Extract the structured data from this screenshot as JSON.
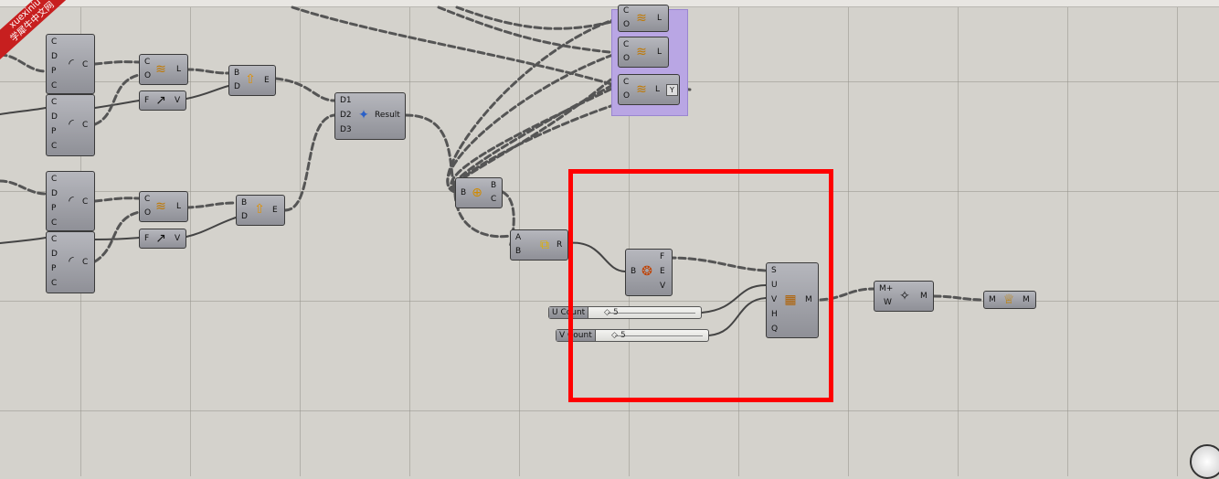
{
  "watermark": {
    "line1": "xuexiniu",
    "line2": "学犀牛中文网"
  },
  "nodes": {
    "divide1": {
      "inputs": [
        "C",
        "D",
        "P",
        "C"
      ],
      "output": "C"
    },
    "divide2": {
      "inputs": [
        "C",
        "D",
        "P",
        "C"
      ],
      "output": "C"
    },
    "divide3": {
      "inputs": [
        "C",
        "D",
        "P",
        "C"
      ],
      "output": "C"
    },
    "divide4": {
      "inputs": [
        "C",
        "D",
        "P",
        "C"
      ],
      "output": "C"
    },
    "offset1": {
      "inputs": [
        "C",
        "O"
      ],
      "output": "L"
    },
    "offset2": {
      "inputs": [
        "C",
        "O"
      ],
      "output": "L"
    },
    "zvec1": {
      "inputs": [
        "F"
      ],
      "output": "V"
    },
    "zvec2": {
      "inputs": [
        "F"
      ],
      "output": "V"
    },
    "extrude1": {
      "inputs": [
        "B",
        "D"
      ],
      "output": "E"
    },
    "extrude2": {
      "inputs": [
        "B",
        "D"
      ],
      "output": "E"
    },
    "merge": {
      "inputs": [
        "D1",
        "D2",
        "D3"
      ],
      "output": "Result"
    },
    "brep": {
      "inputs": [
        "B"
      ],
      "outputs": [
        "B",
        "C"
      ]
    },
    "boolean": {
      "inputs": [
        "A",
        "B"
      ],
      "output": "R"
    },
    "deconstruct": {
      "inputs": [
        "B"
      ],
      "outputs": [
        "F",
        "E",
        "V"
      ]
    },
    "mesh_surface": {
      "inputs": [
        "S",
        "U",
        "V",
        "H",
        "Q"
      ],
      "output": "M"
    },
    "weld": {
      "inputs": [
        "M+",
        "W"
      ],
      "output": "M"
    },
    "mesh_out": {
      "inputs": [
        "M"
      ],
      "output": "M"
    },
    "group_offset": [
      {
        "inputs": [
          "C",
          "O"
        ],
        "output": "L"
      },
      {
        "inputs": [
          "C",
          "O"
        ],
        "output": "L"
      },
      {
        "inputs": [
          "C",
          "O"
        ],
        "output": "L"
      }
    ]
  },
  "sliders": {
    "u_count": {
      "label": "U Count",
      "value": "5"
    },
    "v_count": {
      "label": "V Count",
      "value": "5"
    }
  },
  "icons": {
    "divide": "curve-divide-icon",
    "offset": "offset-icon",
    "zvec": "unit-z-vector-icon",
    "extrude": "extrude-icon",
    "merge": "merge-icon",
    "brep": "brep-component-icon",
    "boolean": "boolean-union-icon",
    "deconstruct": "deconstruct-brep-icon",
    "mesh_surface": "mesh-surface-icon",
    "weld": "weld-icon",
    "mesh_out": "mesh-icon"
  }
}
